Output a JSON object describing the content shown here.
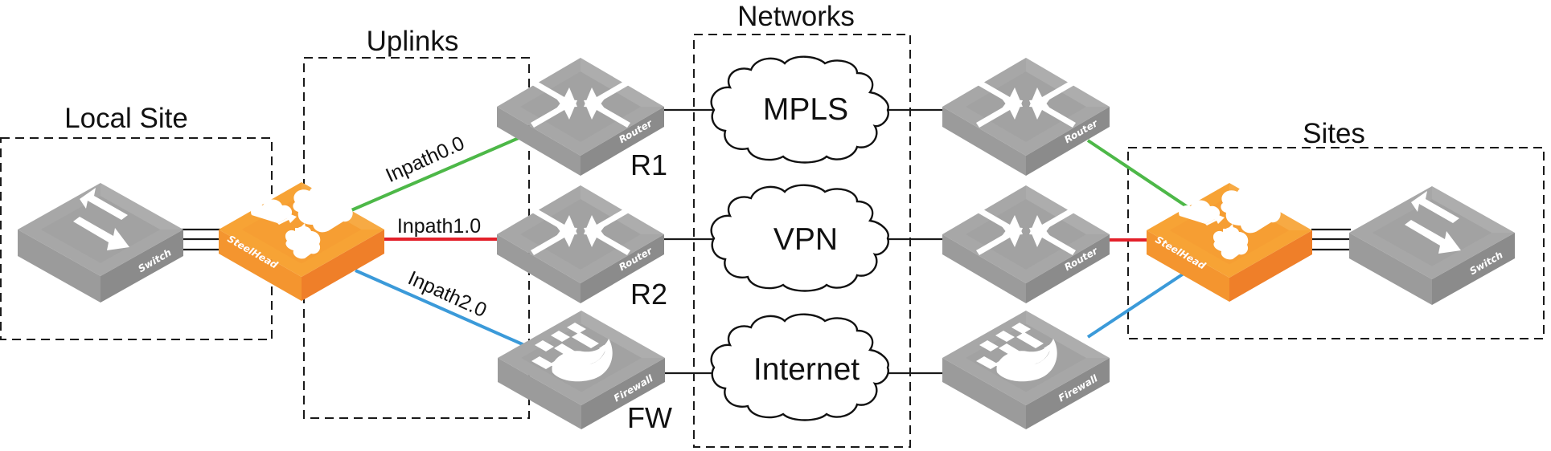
{
  "groups": {
    "local_site": {
      "title": "Local Site"
    },
    "uplinks": {
      "title": "Uplinks"
    },
    "networks": {
      "title": "Networks"
    },
    "sites": {
      "title": "Sites"
    }
  },
  "devices": {
    "local_switch": {
      "type": "switch",
      "tag": "Switch",
      "icon": "switch-arrows-icon"
    },
    "local_steelhead": {
      "type": "steelhead",
      "tag": "SteelHead",
      "icon": "steelhead-clouds-icon"
    },
    "r1": {
      "type": "router",
      "tag": "Router",
      "label": "R1",
      "icon": "router-arrows-icon"
    },
    "r2": {
      "type": "router",
      "tag": "Router",
      "label": "R2",
      "icon": "router-arrows-icon"
    },
    "fw": {
      "type": "firewall",
      "tag": "Firewall",
      "label": "FW",
      "icon": "firewall-brick-flame-icon"
    },
    "remote_router_1": {
      "type": "router",
      "tag": "Router",
      "icon": "router-arrows-icon"
    },
    "remote_router_2": {
      "type": "router",
      "tag": "Router",
      "icon": "router-arrows-icon"
    },
    "remote_firewall": {
      "type": "firewall",
      "tag": "Firewall",
      "icon": "firewall-brick-flame-icon"
    },
    "remote_steelhead": {
      "type": "steelhead",
      "tag": "SteelHead",
      "icon": "steelhead-clouds-icon"
    },
    "remote_switch": {
      "type": "switch",
      "tag": "Switch",
      "icon": "switch-arrows-icon"
    }
  },
  "networks": {
    "mpls": {
      "label": "MPLS"
    },
    "vpn": {
      "label": "VPN"
    },
    "internet": {
      "label": "Internet"
    }
  },
  "links": {
    "inpath0": {
      "label": "Inpath0.0",
      "color": "#4db848"
    },
    "inpath1": {
      "label": "Inpath1.0",
      "color": "#e3202a"
    },
    "inpath2": {
      "label": "Inpath2.0",
      "color": "#3b9ad9"
    }
  },
  "colors": {
    "steelhead_top": "#f7a335",
    "steelhead_left": "#f4952f",
    "steelhead_right": "#ef7f29",
    "device_top": "#a7a7a7",
    "device_left": "#9b9b9b",
    "device_right": "#8b8b8b"
  }
}
